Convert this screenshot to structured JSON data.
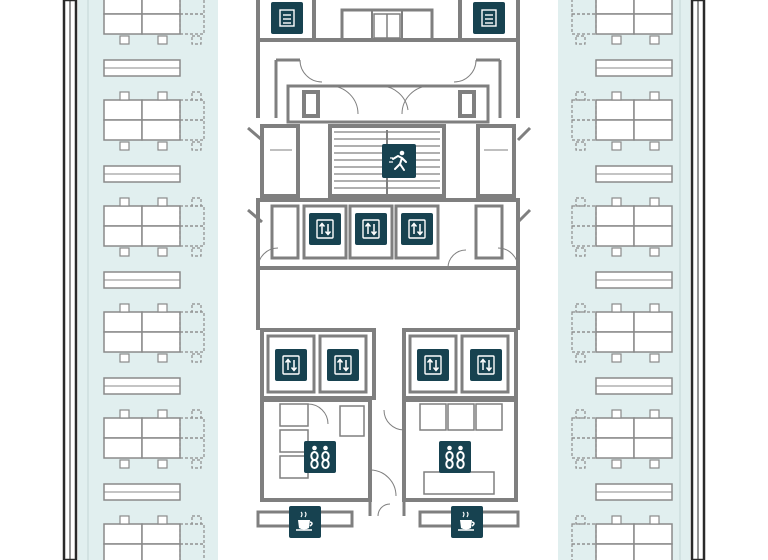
{
  "plan": {
    "colors": {
      "badge": "#174250",
      "badge_icon": "#ffffff",
      "office_fill": "#e1efef",
      "wall": "#7f7f7f",
      "wall_light": "#c9c9c9",
      "outer_wall": "#2a2a2a",
      "furniture": "#8a8a8a",
      "dashed": "#8c8c8c"
    },
    "zones": [
      {
        "name": "open-office-west",
        "kind": "open office"
      },
      {
        "name": "open-office-east",
        "kind": "open office"
      },
      {
        "name": "core",
        "kind": "building core"
      }
    ],
    "symbols": [
      {
        "icon": "stairs-icon",
        "count": 2
      },
      {
        "icon": "emergency-exit-icon",
        "count": 1
      },
      {
        "icon": "elevator-icon",
        "count": 7
      },
      {
        "icon": "restroom-icon",
        "count": 2
      },
      {
        "icon": "coffee-icon",
        "count": 2
      }
    ]
  }
}
